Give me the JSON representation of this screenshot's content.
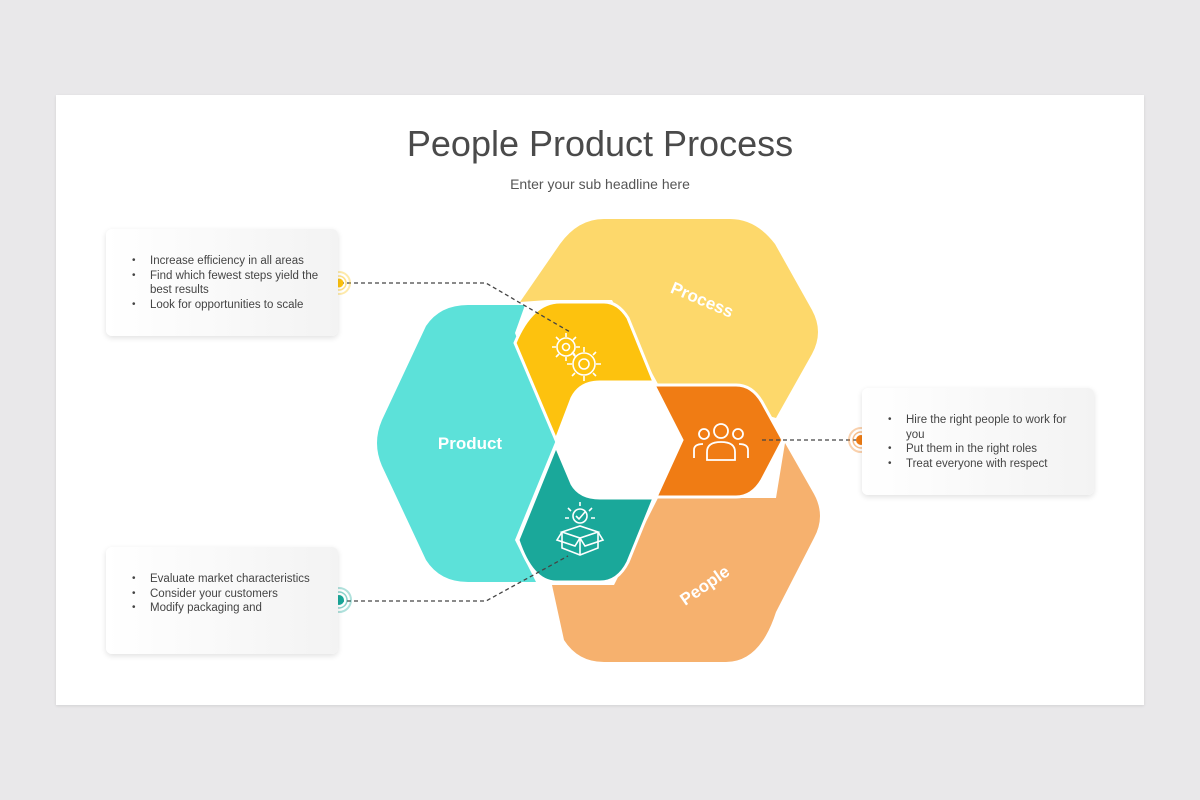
{
  "title": "People Product Process",
  "subtitle": "Enter your sub headline here",
  "hexagons": {
    "product": "Product",
    "process": "Process",
    "people": "People"
  },
  "cards": {
    "top_left": {
      "items": [
        "Increase efficiency in all areas",
        "Find which fewest steps yield the best results",
        "Look for opportunities to scale"
      ]
    },
    "right": {
      "items": [
        "Hire the right people to work for you",
        "Put them in the right roles",
        "Treat everyone with respect"
      ]
    },
    "bottom_left": {
      "items": [
        "Evaluate market characteristics",
        "Consider your customers",
        "Modify packaging and"
      ]
    }
  },
  "colors": {
    "background": "#e9e8ea",
    "product": "#5ce1d9",
    "process": "#fdd86b",
    "people": "#f6b16e",
    "process_inner": "#fdc20e",
    "people_inner": "#f07c14",
    "product_inner": "#1aa89a"
  },
  "icons": {
    "process_inner": "gears-icon",
    "people_inner": "team-icon",
    "product_inner": "product-box-icon"
  }
}
